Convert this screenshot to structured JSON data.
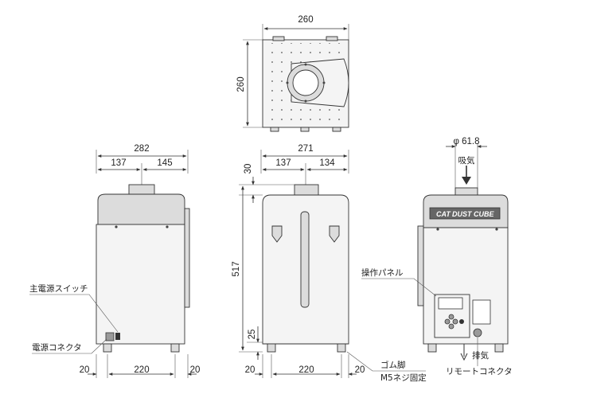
{
  "top_view": {
    "width_dim": "260",
    "depth_dim": "260"
  },
  "rear_view": {
    "total_width": "282",
    "left_part": "137",
    "right_part": "145",
    "foot_left": "20",
    "foot_span": "220",
    "foot_right": "20"
  },
  "side_view": {
    "total_width": "271",
    "left_part": "137",
    "right_part": "134",
    "top_offset": "30",
    "height": "517",
    "foot_height": "25",
    "foot_left": "20",
    "foot_span": "220",
    "foot_right": "20"
  },
  "front_view": {
    "inlet_dia": "φ 61.8",
    "intake": "吸気",
    "exhaust": "排気",
    "logo": "DUST CUBE",
    "brand": "CAT"
  },
  "callouts": {
    "main_power_switch": "主電源スイッチ",
    "power_connector": "電源コネクタ",
    "rubber_feet": "ゴム脚",
    "m5_screw": "M5ネジ固定",
    "control_panel": "操作パネル",
    "remote_connector": "リモートコネクタ"
  }
}
